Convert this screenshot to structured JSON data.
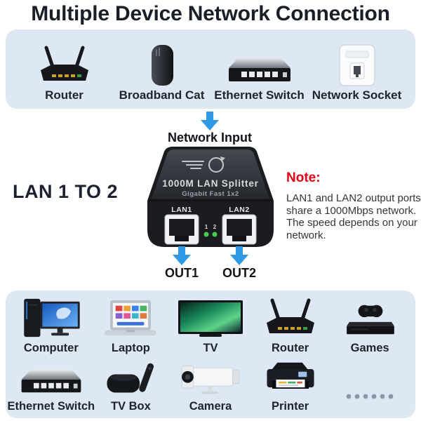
{
  "title": "Multiple Device Network Connection",
  "top_panel": {
    "items": [
      {
        "label": "Router",
        "icon": "router-icon"
      },
      {
        "label": "Broadband Cat",
        "icon": "modem-icon"
      },
      {
        "label": "Ethernet Switch",
        "icon": "ethernet-switch-icon"
      },
      {
        "label": "Network Socket",
        "icon": "network-socket-icon"
      }
    ]
  },
  "flow": {
    "input_label": "Network Input",
    "out1_label": "OUT1",
    "out2_label": "OUT2"
  },
  "splitter": {
    "heading": "LAN 1 TO 2",
    "device_title": "1000M LAN Splitter",
    "device_subtitle": "Gigabit Fast 1x2",
    "port1_label": "LAN1",
    "port2_label": "LAN2",
    "led1_label": "1",
    "led2_label": "2"
  },
  "note": {
    "title": "Note:",
    "lines": [
      "LAN1 and LAN2 output ports",
      "share a 1000Mbps network.",
      "The speed depends on your",
      "network."
    ]
  },
  "bottom_panel": {
    "rows": [
      [
        {
          "label": "Computer",
          "icon": "computer-icon"
        },
        {
          "label": "Laptop",
          "icon": "laptop-icon"
        },
        {
          "label": "TV",
          "icon": "tv-icon"
        },
        {
          "label": "Router",
          "icon": "router-icon"
        },
        {
          "label": "Games",
          "icon": "games-icon"
        }
      ],
      [
        {
          "label": "Ethernet Switch",
          "icon": "ethernet-switch-icon"
        },
        {
          "label": "TV Box",
          "icon": "tv-box-icon"
        },
        {
          "label": "Camera",
          "icon": "camera-icon"
        },
        {
          "label": "Printer",
          "icon": "printer-icon"
        },
        {
          "label": "",
          "icon": "more-devices-icon"
        }
      ]
    ]
  },
  "colors": {
    "panel_bg": "#dde8f4",
    "arrow_blue": "#2e9ae6",
    "note_red": "#e60014",
    "title_text": "#1a1e27",
    "led_green": "#46cf48",
    "device_body": "#1a1c21"
  }
}
